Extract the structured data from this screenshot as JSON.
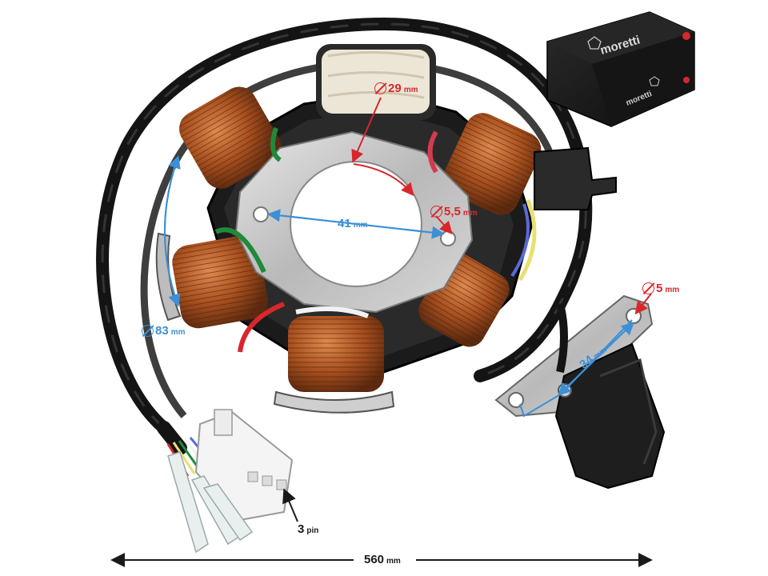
{
  "product_box": {
    "brand": "moretti"
  },
  "dimensions": {
    "inner_diameter": {
      "value": "29",
      "unit": "mm"
    },
    "hole_spacing": {
      "value": "41",
      "unit": "mm"
    },
    "mount_hole": {
      "value": "5,5",
      "unit": "mm"
    },
    "outer_diameter": {
      "value": "83",
      "unit": "mm"
    },
    "pickup_hole": {
      "value": "5",
      "unit": "mm"
    },
    "pickup_spacing": {
      "value": "34",
      "unit": "mm"
    },
    "connector_pins": {
      "value": "3",
      "unit": "pin"
    },
    "cable_length": {
      "value": "560",
      "unit": "mm"
    }
  },
  "colors": {
    "annotation_red": "#d9262b",
    "annotation_blue": "#3d8fd6",
    "copper": "#a8501f",
    "cable": "#141414"
  }
}
